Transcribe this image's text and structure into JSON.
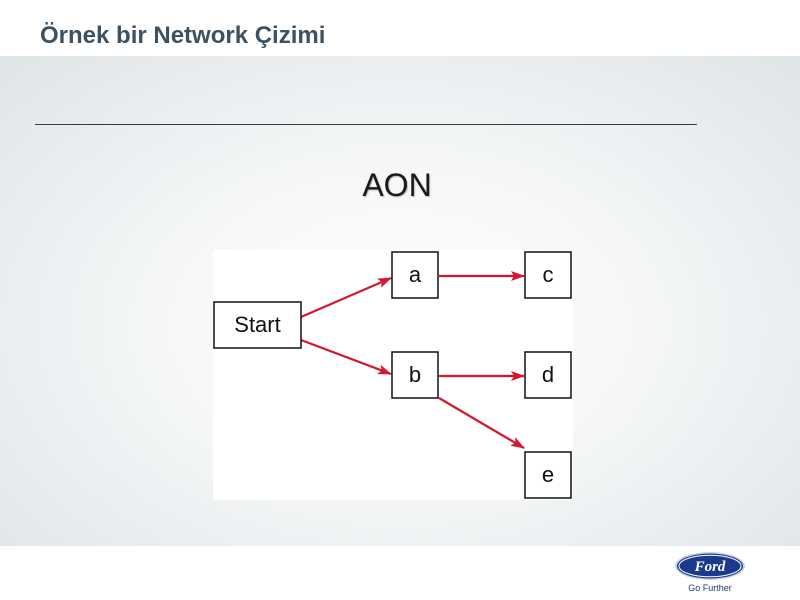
{
  "slide": {
    "title": "Örnek bir Network Çizimi"
  },
  "diagram": {
    "title": "AON",
    "nodes": [
      {
        "id": "start",
        "label": "Start"
      },
      {
        "id": "a",
        "label": "a"
      },
      {
        "id": "b",
        "label": "b"
      },
      {
        "id": "c",
        "label": "c"
      },
      {
        "id": "d",
        "label": "d"
      },
      {
        "id": "e",
        "label": "e"
      }
    ],
    "edges": [
      {
        "from": "start",
        "to": "a"
      },
      {
        "from": "start",
        "to": "b"
      },
      {
        "from": "a",
        "to": "c"
      },
      {
        "from": "b",
        "to": "d"
      },
      {
        "from": "b",
        "to": "e"
      }
    ],
    "edge_color": "#d3172e"
  },
  "branding": {
    "logo_text": "Ford",
    "tagline": "Go Further",
    "logo_color": "#1b3a8c"
  }
}
